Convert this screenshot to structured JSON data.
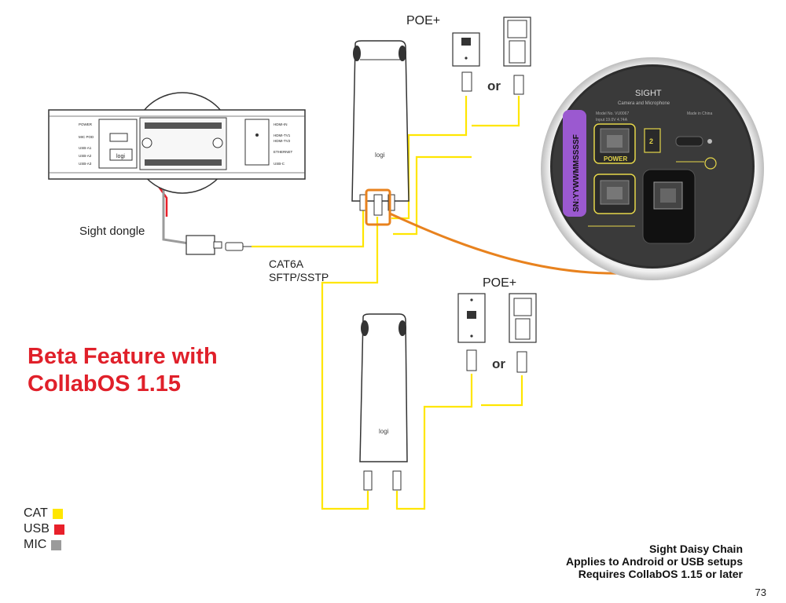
{
  "labels": {
    "poe_top": "POE+",
    "poe_bottom": "POE+",
    "or_top": "or",
    "or_bottom": "or",
    "sight_dongle": "Sight dongle",
    "cable_type_line1": "CAT6A",
    "cable_type_line2": "SFTP/SSTP",
    "beta_line1": "Beta Feature with",
    "beta_line2": "CollabOS 1.15"
  },
  "hub": {
    "left_ports": [
      "POWER",
      "MIC POD",
      "USB-A1",
      "USB-A2",
      "USB-A3"
    ],
    "right_ports": [
      "HDMI-IN",
      "HDMI-TV1",
      "HDMI-TV2",
      "ETHERNET",
      "USB-C"
    ]
  },
  "sight_device": {
    "title": "SIGHT",
    "subtitle": "Camera and Microphone",
    "fine_print_1": "Model No. VU0067",
    "fine_print_2": "Input 19.0V 4.74A",
    "made_in": "Made in China",
    "serial": "SN:YYWWMMSSSSF",
    "power_label": "POWER",
    "port_number": "2"
  },
  "logo_text": "logi",
  "legend": [
    {
      "label": "CAT",
      "color": "#ffe600"
    },
    {
      "label": "USB",
      "color": "#e8202a"
    },
    {
      "label": "MIC",
      "color": "#9b9b9b"
    }
  ],
  "footer": {
    "line1": "Sight Daisy Chain",
    "line2": "Applies to Android or USB setups",
    "line3": "Requires CollabOS 1.15 or later"
  },
  "page_number": "73",
  "colors": {
    "cat": "#ffe600",
    "usb": "#e8202a",
    "mic": "#9b9b9b",
    "highlight": "#e8821e",
    "title_red": "#e0202a",
    "sight_purple": "#9b59d0"
  }
}
